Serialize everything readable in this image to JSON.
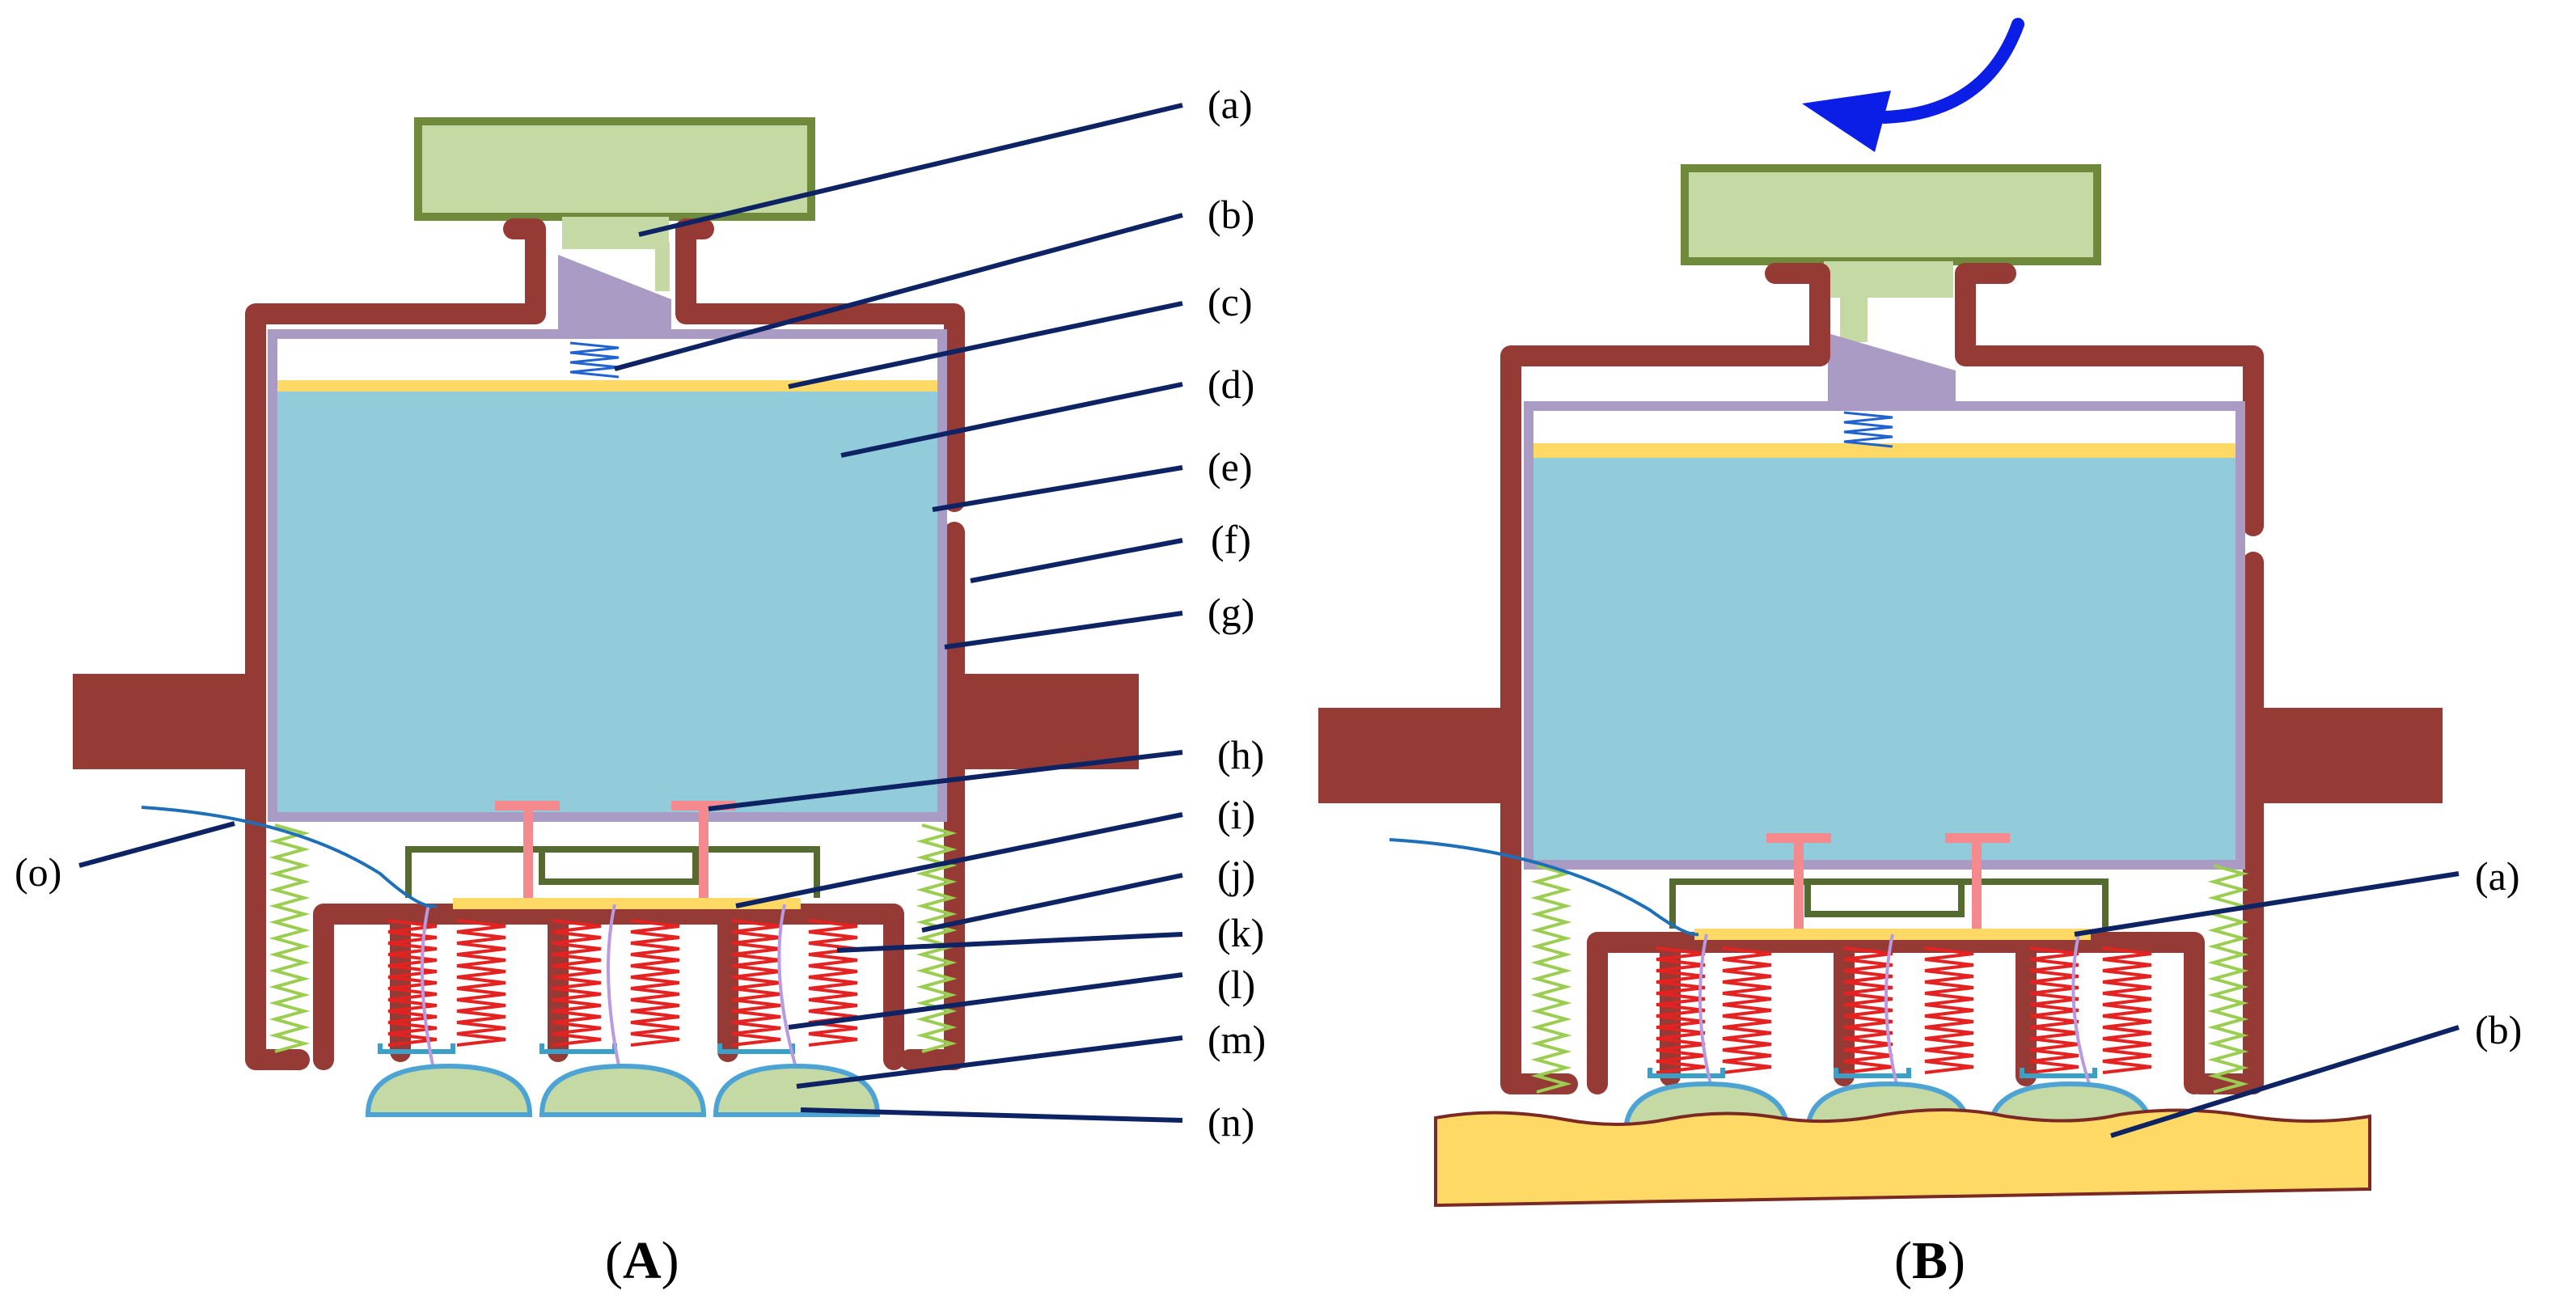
{
  "colors": {
    "housing": "#953a34",
    "liner": "#a99bc3",
    "fluid": "#92cbd9",
    "plate": "#ffd966",
    "knob_fill": "#c4d9a4",
    "knob_edge": "#6e8a3a",
    "spring_red": "#e32222",
    "spring_green": "#9bcd52",
    "spring_blue": "#1f62d0",
    "piston": "#f4898e",
    "leader": "#0d2364",
    "arrow": "#0a1ee6",
    "surface": "#ffd966",
    "latch": "#bd8400",
    "wire": "#1d6fb8",
    "pad_fill": "#c4d9a4",
    "pad_edge": "#4ca3d4"
  },
  "panel_a": {
    "caption": {
      "open": "(",
      "letter": "A",
      "close": ")"
    },
    "labels": [
      "(a)",
      "(b)",
      "(c)",
      "(d)",
      "(e)",
      "(f)",
      "(g)",
      "(h)",
      "(i)",
      "(j)",
      "(k)",
      "(l)",
      "(m)",
      "(n)",
      "(o)"
    ]
  },
  "panel_b": {
    "caption": {
      "open": "(",
      "letter": "B",
      "close": ")"
    },
    "labels": [
      "(a)",
      "(b)"
    ]
  }
}
